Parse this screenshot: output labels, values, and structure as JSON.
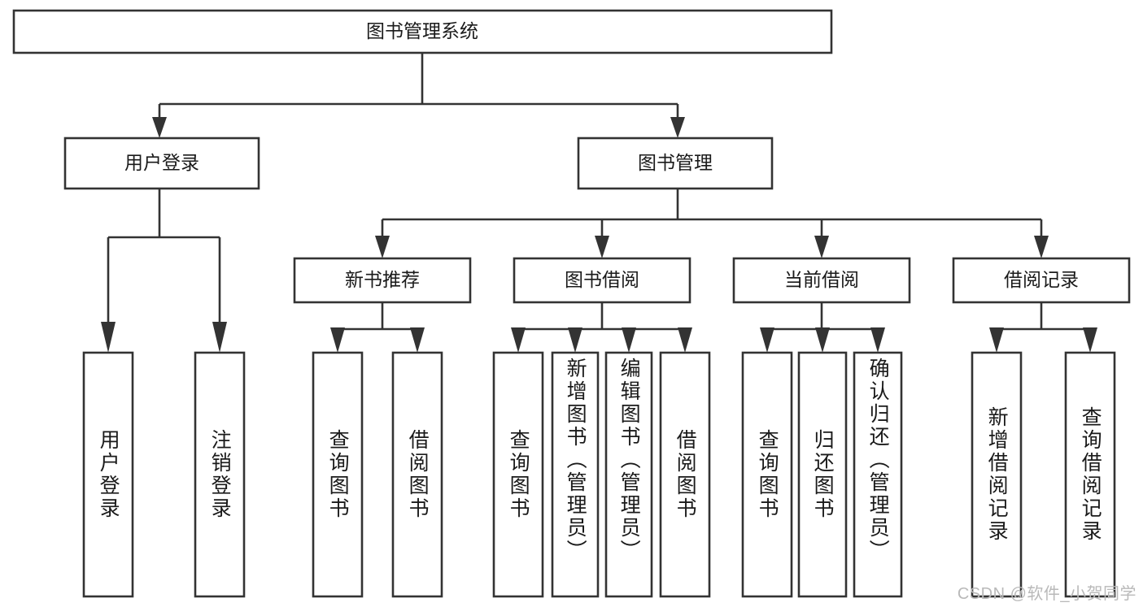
{
  "diagram": {
    "type": "tree",
    "title": "图书管理系统",
    "orientation": "top-down",
    "colors": {
      "box_stroke": "#333333",
      "box_fill": "#ffffff",
      "background": "#ffffff",
      "text": "#1a1a1a",
      "watermark": "#b9b9b9"
    },
    "root": {
      "label": "图书管理系统"
    },
    "level2": [
      {
        "label": "用户登录"
      },
      {
        "label": "图书管理"
      }
    ],
    "level3": [
      {
        "label": "新书推荐"
      },
      {
        "label": "图书借阅"
      },
      {
        "label": "当前借阅"
      },
      {
        "label": "借阅记录"
      }
    ],
    "leaves": {
      "user_login": [
        {
          "label": "用户登录"
        },
        {
          "label": "注销登录"
        }
      ],
      "new_book_recommend": [
        {
          "label": "查询图书"
        },
        {
          "label": "借阅图书"
        }
      ],
      "book_borrow": [
        {
          "label": "查询图书"
        },
        {
          "label": "新增图书（管理员）"
        },
        {
          "label": "编辑图书（管理员）"
        },
        {
          "label": "借阅图书"
        }
      ],
      "current_borrow": [
        {
          "label": "查询图书"
        },
        {
          "label": "归还图书"
        },
        {
          "label": "确认归还（管理员）"
        }
      ],
      "borrow_records": [
        {
          "label": "新增借阅记录"
        },
        {
          "label": "查询借阅记录"
        }
      ]
    }
  },
  "watermark": {
    "text": "CSDN @软件_小贺同学"
  }
}
